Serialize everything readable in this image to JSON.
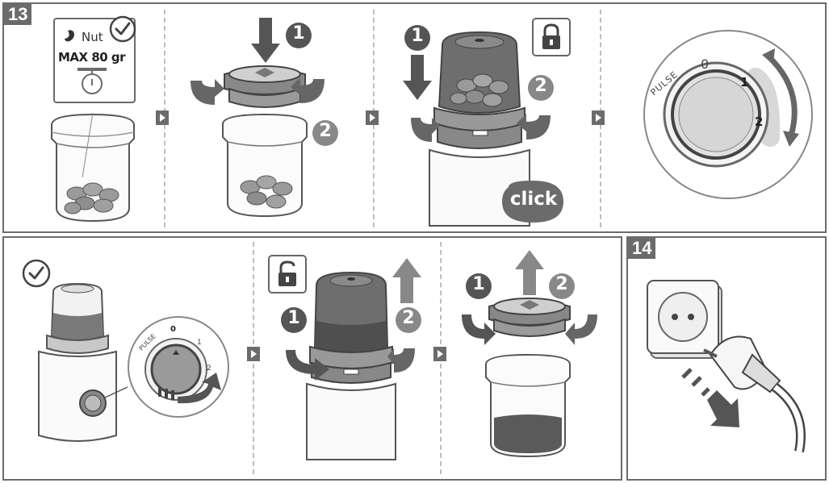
{
  "step13": {
    "number": "13",
    "scale_card": {
      "name": "Nut",
      "max_label": "MAX 80 gr"
    },
    "badges": {
      "one": "1",
      "two": "2"
    },
    "click_label": "click",
    "dial": {
      "pulse": "PULSE",
      "zero": "0",
      "one": "1",
      "two": "2"
    }
  },
  "step14": {
    "number": "14"
  },
  "colors": {
    "frame": "#6b6b6b",
    "dark": "#555555",
    "light": "#eeeeee",
    "accent": "#4a4a4a"
  },
  "icons": [
    "check-icon",
    "lock-icon",
    "unlock-icon",
    "next-arrow-icon",
    "nut-icon",
    "scale-icon",
    "rotate-arrow-icon",
    "down-arrow-icon",
    "up-arrow-icon",
    "plug-icon",
    "socket-icon"
  ]
}
